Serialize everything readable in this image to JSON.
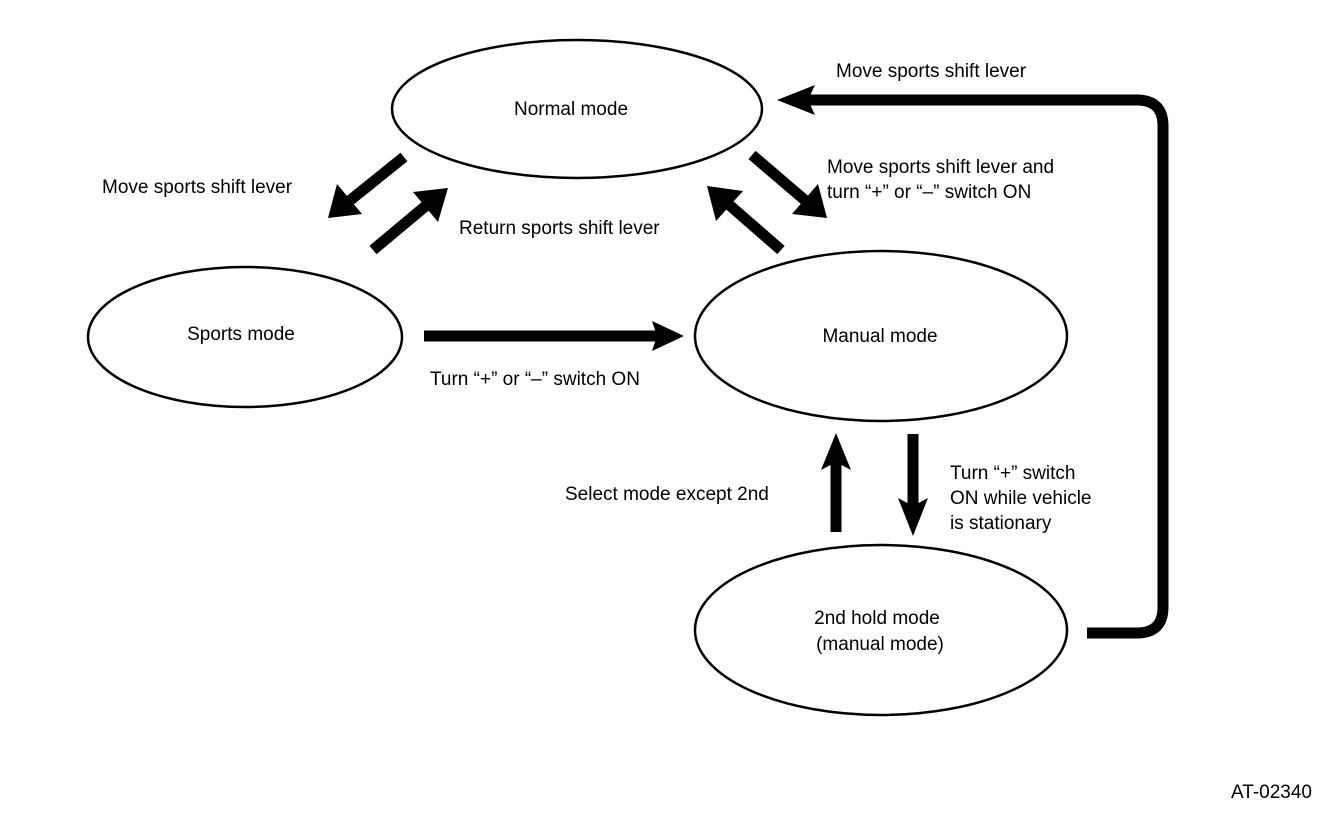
{
  "diagram": {
    "figure_id": "AT-02340",
    "nodes": [
      {
        "id": "normal",
        "lines": [
          "Normal mode"
        ]
      },
      {
        "id": "sports",
        "lines": [
          "Sports mode"
        ]
      },
      {
        "id": "manual",
        "lines": [
          "Manual mode"
        ]
      },
      {
        "id": "second_hold",
        "lines": [
          "2nd hold mode",
          "(manual mode)"
        ]
      }
    ],
    "edges": [
      {
        "from": "normal",
        "to": "sports",
        "label_lines": [
          "Move sports shift lever"
        ]
      },
      {
        "from": "sports",
        "to": "normal",
        "label_lines": [
          "Return sports shift lever"
        ]
      },
      {
        "from": "normal",
        "to": "manual",
        "label_lines": [
          "Move sports shift lever and",
          "turn “+” or “–” switch ON"
        ]
      },
      {
        "from": "manual",
        "to": "normal",
        "label_lines": [
          "Return sports shift lever"
        ]
      },
      {
        "from": "sports",
        "to": "manual",
        "label_lines": [
          "Turn “+” or “–” switch ON"
        ]
      },
      {
        "from": "manual",
        "to": "second_hold",
        "label_lines": [
          "Turn “+” switch",
          "ON while vehicle",
          "is stationary"
        ]
      },
      {
        "from": "second_hold",
        "to": "manual",
        "label_lines": [
          "Select mode except 2nd"
        ]
      },
      {
        "from": "second_hold",
        "to": "normal",
        "label_lines": [
          "Move sports shift lever"
        ]
      }
    ]
  }
}
